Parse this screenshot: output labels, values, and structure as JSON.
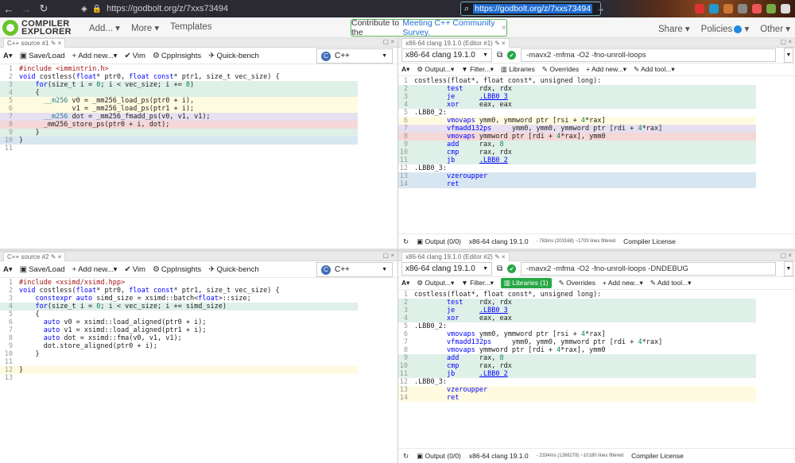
{
  "browser": {
    "url": "https://godbolt.org/z/7xxs73494",
    "search_selected": "https://godbolt.org/z/7xxs73494"
  },
  "nav": {
    "logo_line1": "COMPILER",
    "logo_line2": "EXPLORER",
    "add": "Add...",
    "more": "More",
    "templates": "Templates",
    "share": "Share",
    "policies": "Policies",
    "other": "Other"
  },
  "banner": {
    "prefix": "Contribute to the",
    "link": "Meeting C++ Community Survey.",
    "close": "×"
  },
  "src1": {
    "tab": "C++ source #1",
    "toolbar": {
      "a": "A",
      "saveload": "Save/Load",
      "addnew": "+ Add new...",
      "vim": "Vim",
      "cppinsights": "CppInsights",
      "quickbench": "Quick-bench"
    },
    "lang": "C++"
  },
  "src2": {
    "tab": "C++ source #2",
    "toolbar": {
      "a": "A",
      "saveload": "Save/Load",
      "addnew": "+ Add new...",
      "vim": "Vim",
      "cppinsights": "CppInsights",
      "quickbench": "Quick-bench"
    },
    "lang": "C++"
  },
  "comp1": {
    "tab": "x86-64 clang 19.1.0 (Editor #1)",
    "compiler": "x86-64 clang 19.1.0",
    "options": "-mavx2 -mfma -O2  -fno-unroll-loops",
    "toolbar": {
      "a": "A",
      "output": "Output...",
      "filter": "Filter...",
      "libraries": "Libraries",
      "overrides": "Overrides",
      "addnew": "+ Add new...",
      "addtool": "Add tool..."
    },
    "status": {
      "output": "Output (0/0)",
      "compiler": "x86-64 clang 19.1.0",
      "timing": "- 783ms (203168) ~1703 lines filtered",
      "license": "Compiler License"
    }
  },
  "comp2": {
    "tab": "x86-64 clang 19.1.0 (Editor #2)",
    "compiler": "x86-64 clang 19.1.0",
    "options": "-mavx2 -mfma -O2  -fno-unroll-loops -DNDEBUG",
    "toolbar": {
      "a": "A",
      "output": "Output...",
      "filter": "Filter...",
      "libraries": "Libraries (1)",
      "overrides": "Overrides",
      "addnew": "+ Add new...",
      "addtool": "Add tool..."
    },
    "status": {
      "output": "Output (0/0)",
      "compiler": "x86-64 clang 19.1.0",
      "timing": "- 2334ms (1268278) ~10180 lines filtered",
      "license": "Compiler License"
    }
  },
  "colors": {
    "green": "#dff0e8",
    "yellow": "#fffbe0",
    "red": "#f6d7d7",
    "blue": "#d8e6f1",
    "accent": "#28a745"
  }
}
